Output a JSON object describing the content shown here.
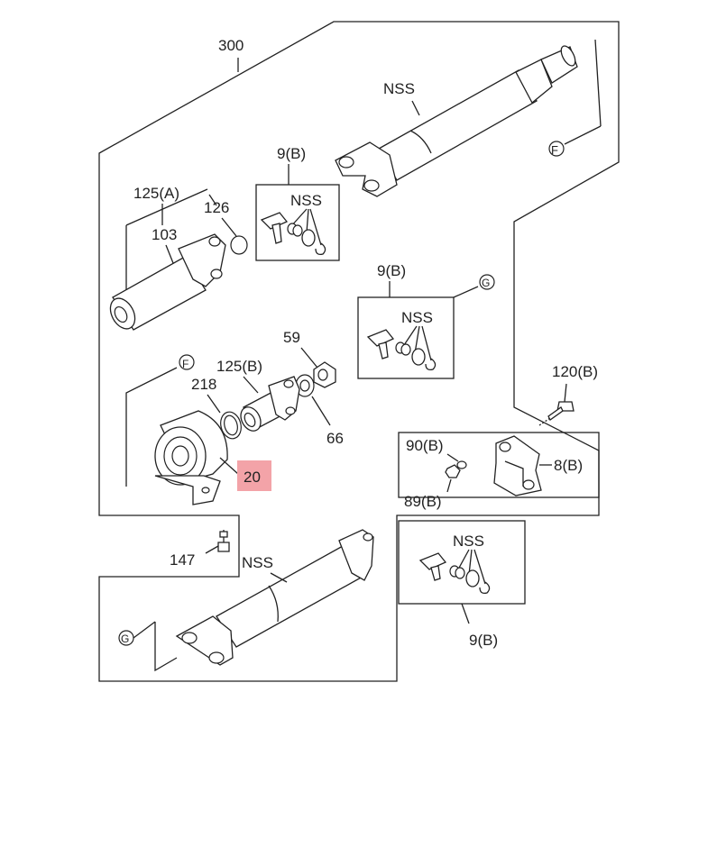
{
  "diagram": {
    "labels": {
      "assembly": "300",
      "nss_top": "NSS",
      "ref_f_top": "F",
      "kit_top": "9(B)",
      "kit_top_nss": "NSS",
      "p125a": "125(A)",
      "p126": "126",
      "p103": "103",
      "kit_mid": "9(B)",
      "kit_mid_nss": "NSS",
      "ref_g_mid": "G",
      "p59": "59",
      "p125b": "125(B)",
      "ref_f_mid": "F",
      "p218": "218",
      "p66": "66",
      "p120b": "120(B)",
      "p20": "20",
      "p90b": "90(B)",
      "p8b": "8(B)",
      "p89b": "89(B)",
      "p147": "147",
      "nss_bottom": "NSS",
      "kit_bot_nss": "NSS",
      "ref_g_bot": "G",
      "kit_bot": "9(B)"
    },
    "highlight_color": "#f3a3a8",
    "highlighted_part": "20"
  }
}
